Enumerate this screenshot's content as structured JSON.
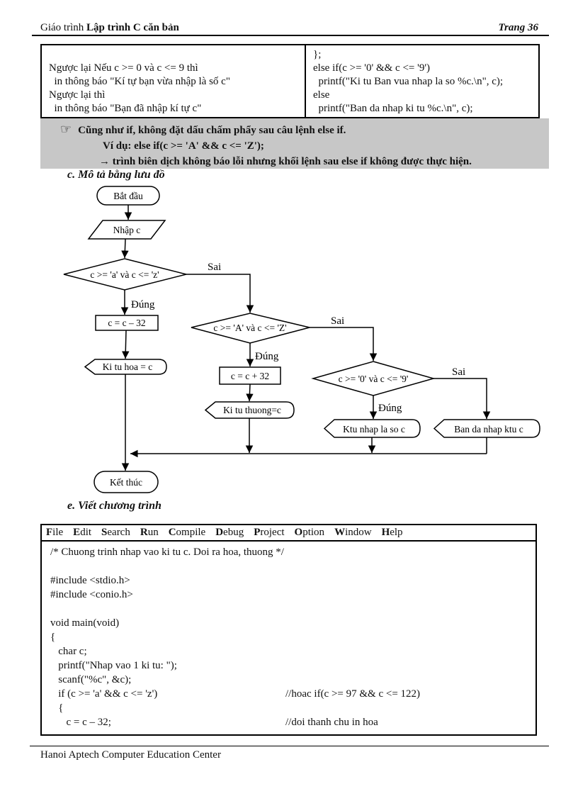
{
  "header": {
    "title_prefix": "Giáo trình ",
    "title_main": "Lập trình C căn bản",
    "page_number": "Trang 36"
  },
  "comparison_table": {
    "left_lines": [
      "Ngược lại Nếu c >= 0 và c <= 9 thì",
      "  in thông báo \"Kí tự bạn vừa nhập là số c\"",
      "Ngược lại thì",
      "  in thông báo \"Bạn đã nhập kí tự c\""
    ],
    "right_lines": [
      "};",
      "else if(c >= '0' && c <= '9')",
      "  printf(\"Ki tu Ban vua nhap la so %c.\\n\", c);",
      "else",
      "  printf(\"Ban da nhap ki tu %c.\\n\", c);"
    ]
  },
  "note": {
    "icon": "☞",
    "line1": "Cũng như if, không đặt dấu chấm phẩy sau câu lệnh else if.",
    "line2": "Ví dụ: else if(c >= 'A' && c <= 'Z');",
    "line3": "→ trình biên dịch không báo lỗi nhưng khối lệnh sau else if không được thực hiện."
  },
  "sections": {
    "flowchart_heading": "c. Mô tả bằng lưu đồ",
    "program_heading": "e. Viết chương trình"
  },
  "flowchart": {
    "start": "Bắt đầu",
    "input": "Nhập c",
    "decision1": "c >= 'a' và c <= 'z'",
    "decision2": "c >= 'A' và c <= 'Z'",
    "decision3": "c >= '0' và c <= '9'",
    "true_label": "Đúng",
    "false_label": "Sai",
    "process1": "c = c – 32",
    "process2": "c = c + 32",
    "display1": "Ki tu hoa = c",
    "display2": "Ki tu thuong=c",
    "display3": "Ktu nhap la so c",
    "display4": "Ban da nhap ktu c",
    "end": "Kết thúc"
  },
  "ide": {
    "menu": [
      {
        "hot": "F",
        "rest": "ile"
      },
      {
        "hot": "E",
        "rest": "dit"
      },
      {
        "hot": "S",
        "rest": "earch"
      },
      {
        "hot": "R",
        "rest": "un"
      },
      {
        "hot": "C",
        "rest": "ompile"
      },
      {
        "hot": "D",
        "rest": "ebug"
      },
      {
        "hot": "P",
        "rest": "roject"
      },
      {
        "hot": "O",
        "rest": "ption"
      },
      {
        "hot": "W",
        "rest": "indow"
      },
      {
        "hot": "H",
        "rest": "elp"
      }
    ],
    "code_lines": [
      {
        "text": "/* Chuong trinh nhap vao ki tu c. Doi ra hoa, thuong */",
        "comment": ""
      },
      {
        "text": "",
        "comment": ""
      },
      {
        "text": "#include <stdio.h>",
        "comment": ""
      },
      {
        "text": "#include <conio.h>",
        "comment": ""
      },
      {
        "text": "",
        "comment": ""
      },
      {
        "text": "void main(void)",
        "comment": ""
      },
      {
        "text": "{",
        "comment": ""
      },
      {
        "text": "   char c;",
        "comment": ""
      },
      {
        "text": "   printf(\"Nhap vao 1 ki tu: \");",
        "comment": ""
      },
      {
        "text": "   scanf(\"%c\", &c);",
        "comment": ""
      },
      {
        "text": "   if (c >= 'a' && c <= 'z')",
        "comment": "//hoac if(c >= 97 && c <= 122)"
      },
      {
        "text": "   {",
        "comment": ""
      },
      {
        "text": "      c = c – 32;",
        "comment": "//doi thanh chu in hoa"
      }
    ]
  },
  "footer": {
    "text": "Hanoi Aptech Computer Education Center"
  }
}
